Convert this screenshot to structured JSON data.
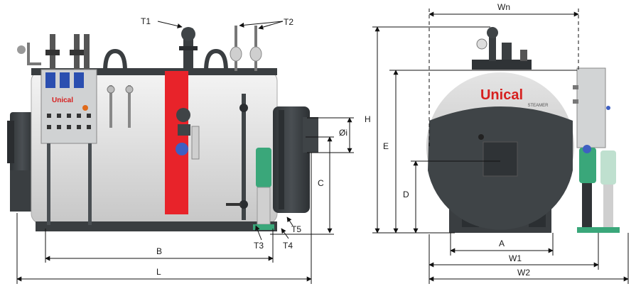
{
  "side_view": {
    "callouts": {
      "t1": "T1",
      "t2": "T2",
      "t3": "T3",
      "t4": "T4",
      "t5": "T5"
    },
    "dimensions": {
      "b": "B",
      "l": "L",
      "c": "C",
      "oi": "Øi"
    },
    "panel_brand": "Unical"
  },
  "front_view": {
    "brand": "Unical",
    "brand_sub": "STEAMER",
    "dimensions": {
      "wn": "Wn",
      "h": "H",
      "e": "E",
      "d": "D",
      "a": "A",
      "w1": "W1",
      "w2": "W2"
    }
  },
  "colors": {
    "shell": "#dcdcdc",
    "dark_metal": "#3f4447",
    "red_band": "#e8232a",
    "panel_blue": "#2b4fb0",
    "pump_green": "#3aa77a",
    "brand_red": "#d6201f"
  }
}
